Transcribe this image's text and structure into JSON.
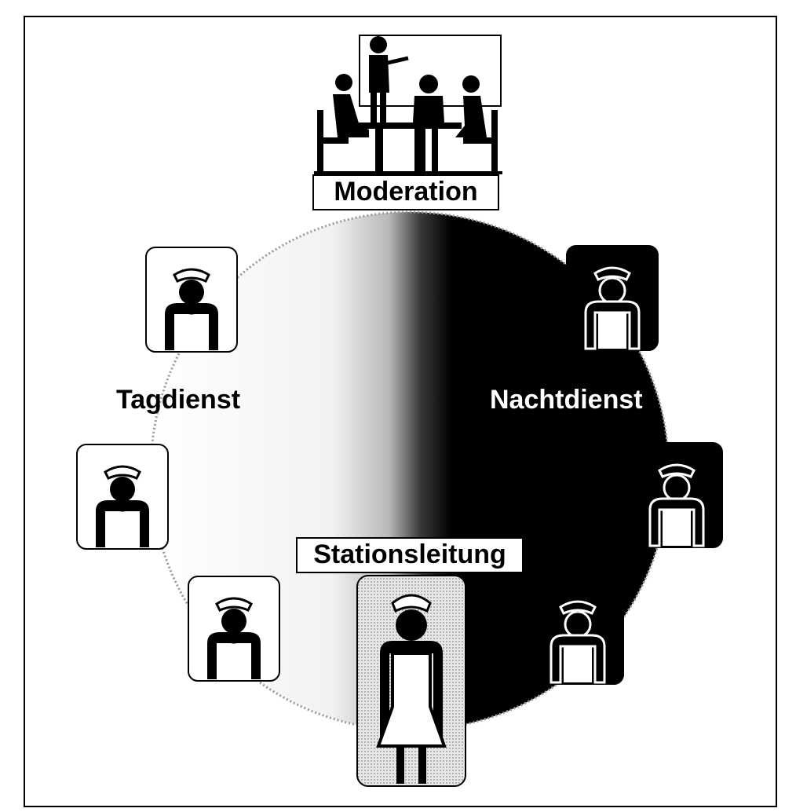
{
  "labels": {
    "moderation": "Moderation",
    "tagdienst": "Tagdienst",
    "nachtdienst": "Nachtdienst",
    "stationsleitung": "Stationsleitung"
  },
  "colors": {
    "day": "#ffffff",
    "night": "#000000",
    "lead_card": "#cfcfcf"
  },
  "icons": {
    "meeting": "meeting-icon",
    "nurse": "nurse-icon"
  }
}
